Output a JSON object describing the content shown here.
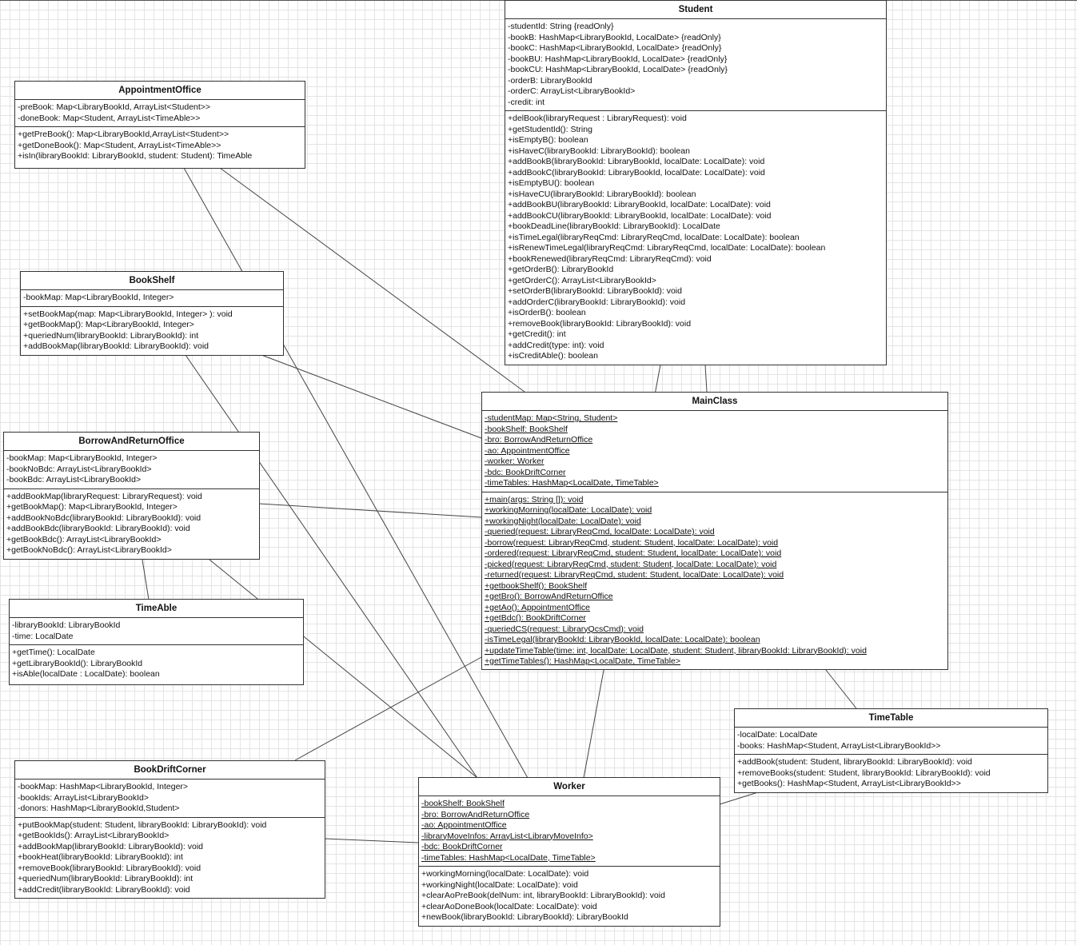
{
  "classes": {
    "student": {
      "name": "Student",
      "attributes": [
        "-studentId: String {readOnly}",
        "-bookB: HashMap<LibraryBookId, LocalDate> {readOnly}",
        "-bookC: HashMap<LibraryBookId, LocalDate> {readOnly}",
        "-bookBU: HashMap<LibraryBookId, LocalDate> {readOnly}",
        "-bookCU: HashMap<LibraryBookId, LocalDate> {readOnly}",
        "-orderB: LibraryBookId",
        "-orderC: ArrayList<LibraryBookId>",
        "-credit: int"
      ],
      "methods": [
        "+delBook(libraryRequest : LibraryRequest): void",
        "+getStudentId(): String",
        "+isEmptyB(): boolean",
        "+isHaveC(libraryBookId: LibraryBookId): boolean",
        "+addBookB(libraryBookId: LibraryBookId, localDate: LocalDate): void",
        "+addBookC(libraryBookId: LibraryBookId, localDate: LocalDate): void",
        "+isEmptyBU(): boolean",
        "+isHaveCU(libraryBookId: LibraryBookId): boolean",
        "+addBookBU(libraryBookId: LibraryBookId, localDate: LocalDate): void",
        "+addBookCU(libraryBookId: LibraryBookId, localDate: LocalDate): void",
        "+bookDeadLine(libraryBookId: LibraryBookId): LocalDate",
        "+isTimeLegal(libraryReqCmd: LibraryReqCmd, localDate: LocalDate): boolean",
        "+isRenewTimeLegal(libraryReqCmd: LibraryReqCmd, localDate: LocalDate): boolean",
        "+bookRenewed(libraryReqCmd: LibraryReqCmd): void",
        "+getOrderB(): LibraryBookId",
        "+getOrderC(): ArrayList<LibraryBookId>",
        "+setOrderB(libraryBookId: LibraryBookId): void",
        "+addOrderC(libraryBookId: LibraryBookId): void",
        "+isOrderB(): boolean",
        "+removeBook(libraryBookId: LibraryBookId): void",
        "+getCredit(): int",
        "+addCredit(type: int): void",
        "+isCreditAble(): boolean"
      ]
    },
    "appointment_office": {
      "name": "AppointmentOffice",
      "attributes": [
        "-preBook: Map<LibraryBookId, ArrayList<Student>>",
        "-doneBook: Map<Student, ArrayList<TimeAble>>"
      ],
      "methods": [
        "+getPreBook(): Map<LibraryBookId,ArrayList<Student>>",
        "+getDoneBook(): Map<Student, ArrayList<TimeAble>>",
        "+isIn(libraryBookId: LibraryBookId, student: Student): TimeAble"
      ]
    },
    "book_shelf": {
      "name": "BookShelf",
      "attributes": [
        "-bookMap: Map<LibraryBookId, Integer>"
      ],
      "methods": [
        "+setBookMap(map: Map<LibraryBookId, Integer> ): void",
        "+getBookMap(): Map<LibraryBookId, Integer>",
        "+queriedNum(libraryBookId: LibraryBookId): int",
        "+addBookMap(libraryBookId: LibraryBookId): void"
      ]
    },
    "borrow_and_return_office": {
      "name": "BorrowAndReturnOffice",
      "attributes": [
        "-bookMap: Map<LibraryBookId, Integer>",
        "-bookNoBdc: ArrayList<LibraryBookId>",
        "-bookBdc: ArrayList<LibraryBookId>"
      ],
      "methods": [
        "+addBookMap(libraryRequest: LibraryRequest): void",
        "+getBookMap(): Map<LibraryBookId, Integer>",
        "+addBookNoBdc(libraryBookId: LibraryBookId): void",
        "+addBookBdc(libraryBookId: LibraryBookId): void",
        "+getBookBdc(): ArrayList<LibraryBookId>",
        "+getBookNoBdc(): ArrayList<LibraryBookId>"
      ]
    },
    "time_able": {
      "name": "TimeAble",
      "attributes": [
        "-libraryBookId: LibraryBookId",
        "-time: LocalDate"
      ],
      "methods": [
        "+getTime(): LocalDate",
        "+getLibraryBookId(): LibraryBookId",
        "+isAble(localDate : LocalDate): boolean"
      ]
    },
    "main_class": {
      "name": "MainClass",
      "attributes": [
        "-studentMap: Map<String, Student>",
        "-bookShelf: BookShelf",
        "-bro: BorrowAndReturnOffice",
        "-ao: AppointmentOffice",
        "-worker: Worker",
        "-bdc: BookDriftCorner",
        "-timeTables: HashMap<LocalDate, TimeTable>"
      ],
      "methods": [
        "+main(args: String []): void",
        "+workingMorning(localDate: LocalDate): void",
        "+workingNight(localDate: LocalDate): void",
        "-queried(request: LibraryReqCmd, localDate: LocalDate): void",
        "-borrow(request: LibraryReqCmd, student: Student, localDate: LocalDate): void",
        "-ordered(request: LibraryReqCmd, student: Student, localDate: LocalDate): void",
        "-picked(request: LibraryReqCmd, student: Student, localDate: LocalDate): void",
        "-returned(request: LibraryReqCmd, student: Student, localDate: LocalDate): void",
        "+getbookShelf(): BookShelf",
        "+getBro(): BorrowAndReturnOffice",
        "+getAo(): AppointmentOffice",
        "+getBdc(): BookDriftCorner",
        "-queriedCS(request: LibraryQcsCmd): void",
        "-isTimeLegal(libraryBookId: LibraryBookId, localDate: LocalDate): boolean",
        "+updateTimeTable(time: int, localDate: LocalDate, student: Student, libraryBookId: LibraryBookId): void",
        "+getTimeTables(): HashMap<LocalDate, TimeTable>"
      ]
    },
    "time_table": {
      "name": "TimeTable",
      "attributes": [
        "-localDate: LocalDate",
        "-books: HashMap<Student, ArrayList<LibraryBookId>>"
      ],
      "methods": [
        "+addBook(student: Student, libraryBookId: LibraryBookId): void",
        "+removeBooks(student: Student, libraryBookId: LibraryBookId): void",
        "+getBooks(): HashMap<Student, ArrayList<LibraryBookId>>"
      ]
    },
    "book_drift_corner": {
      "name": "BookDriftCorner",
      "attributes": [
        "-bookMap: HashMap<LibraryBookId, Integer>",
        "-bookIds: ArrayList<LibraryBookId>",
        "-donors: HashMap<LibraryBookId,Student>"
      ],
      "methods": [
        "+putBookMap(student: Student, libraryBookId: LibraryBookId): void",
        "+getBookIds(): ArrayList<LibraryBookId>",
        "+addBookMap(libraryBookId: LibraryBookId): void",
        "+bookHeat(libraryBookId: LibraryBookId): int",
        "+removeBook(libraryBookId: LibraryBookId): void",
        "+queriedNum(libraryBookId: LibraryBookId): int",
        "+addCredit(libraryBookId: LibraryBookId): void"
      ]
    },
    "worker": {
      "name": "Worker",
      "attributes": [
        "-bookShelf: BookShelf",
        "-bro: BorrowAndReturnOffice",
        "-ao: AppointmentOffice",
        "-libraryMoveInfos: ArrayList<LibraryMoveInfo>",
        "-bdc: BookDriftCorner",
        "-timeTables: HashMap<LocalDate, TimeTable>"
      ],
      "methods": [
        "+workingMorning(localDate: LocalDate): void",
        "+workingNight(localDate: LocalDate): void",
        "+clearAoPreBook(delNum: int, libraryBookId: LibraryBookId): void",
        "+clearAoDoneBook(localDate: LocalDate): void",
        "+newBook(libraryBookId: LibraryBookId): LibraryBookId"
      ]
    }
  }
}
